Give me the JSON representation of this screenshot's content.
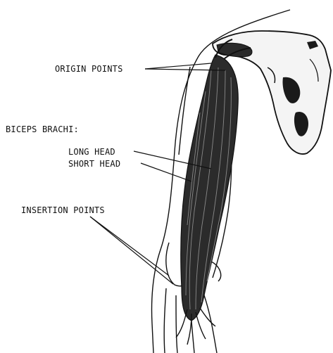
{
  "diagram": {
    "labels": {
      "origin_points": "ORIGIN POINTS",
      "biceps_brachi": "BICEPS BRACHI:",
      "long_head": "LONG HEAD",
      "short_head": "SHORT HEAD",
      "insertion_points": "INSERTION POINTS"
    }
  },
  "colors": {
    "ink": "#111111",
    "background": "#ffffff"
  }
}
